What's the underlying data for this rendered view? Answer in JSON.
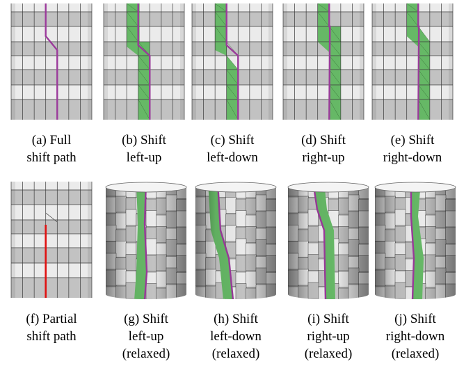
{
  "figure": {
    "colors": {
      "light_tile": "#ebebeb",
      "dark_tile": "#c2c2c2",
      "grid_line": "#3a3a3a",
      "highlight_strip": "#66b866",
      "full_path": "#9b3a9b",
      "partial_path": "#e01010"
    },
    "panels": [
      {
        "id": "a",
        "kind": "flat-grid",
        "variant": "full-path",
        "caption_lines": [
          "(a) Full",
          "shift path"
        ]
      },
      {
        "id": "b",
        "kind": "flat-grid",
        "variant": "shift-left-up",
        "caption_lines": [
          "(b) Shift",
          "left-up"
        ]
      },
      {
        "id": "c",
        "kind": "flat-grid",
        "variant": "shift-left-down",
        "caption_lines": [
          "(c) Shift",
          "left-down"
        ]
      },
      {
        "id": "d",
        "kind": "flat-grid",
        "variant": "shift-right-up",
        "caption_lines": [
          "(d) Shift",
          "right-up"
        ]
      },
      {
        "id": "e",
        "kind": "flat-grid",
        "variant": "shift-right-down",
        "caption_lines": [
          "(e) Shift",
          "right-down"
        ]
      },
      {
        "id": "f",
        "kind": "flat-grid",
        "variant": "partial-path",
        "caption_lines": [
          "(f) Partial",
          "shift path"
        ]
      },
      {
        "id": "g",
        "kind": "relaxed-cylinder",
        "variant": "left-up",
        "caption_lines": [
          "(g) Shift",
          "left-up",
          "(relaxed)"
        ]
      },
      {
        "id": "h",
        "kind": "relaxed-cylinder",
        "variant": "left-down",
        "caption_lines": [
          "(h) Shift",
          "left-down",
          "(relaxed)"
        ]
      },
      {
        "id": "i",
        "kind": "relaxed-cylinder",
        "variant": "right-up",
        "caption_lines": [
          "(i) Shift",
          "right-up",
          "(relaxed)"
        ]
      },
      {
        "id": "j",
        "kind": "relaxed-cylinder",
        "variant": "right-down",
        "caption_lines": [
          "(j) Shift",
          "right-down",
          "(relaxed)"
        ]
      }
    ]
  }
}
